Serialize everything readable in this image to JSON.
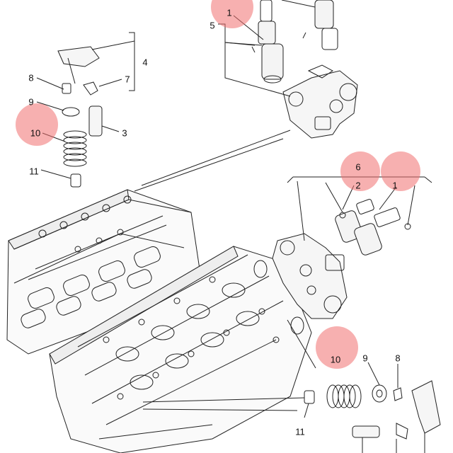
{
  "diagram": {
    "highlight_color": "#f07070",
    "line_color": "#222222",
    "callouts": [
      {
        "id": "top-1",
        "text": "1"
      },
      {
        "id": "top-5",
        "text": "5"
      },
      {
        "id": "top-4",
        "text": "4"
      },
      {
        "id": "top-8",
        "text": "8"
      },
      {
        "id": "top-7",
        "text": "7"
      },
      {
        "id": "top-9",
        "text": "9"
      },
      {
        "id": "top-10",
        "text": "10"
      },
      {
        "id": "top-3",
        "text": "3"
      },
      {
        "id": "top-11",
        "text": "11"
      },
      {
        "id": "right-6",
        "text": "6"
      },
      {
        "id": "right-2",
        "text": "2"
      },
      {
        "id": "right-1",
        "text": "1"
      },
      {
        "id": "bottom-10",
        "text": "10"
      },
      {
        "id": "bottom-9",
        "text": "9"
      },
      {
        "id": "bottom-8",
        "text": "8"
      },
      {
        "id": "bottom-11",
        "text": "11"
      }
    ]
  }
}
